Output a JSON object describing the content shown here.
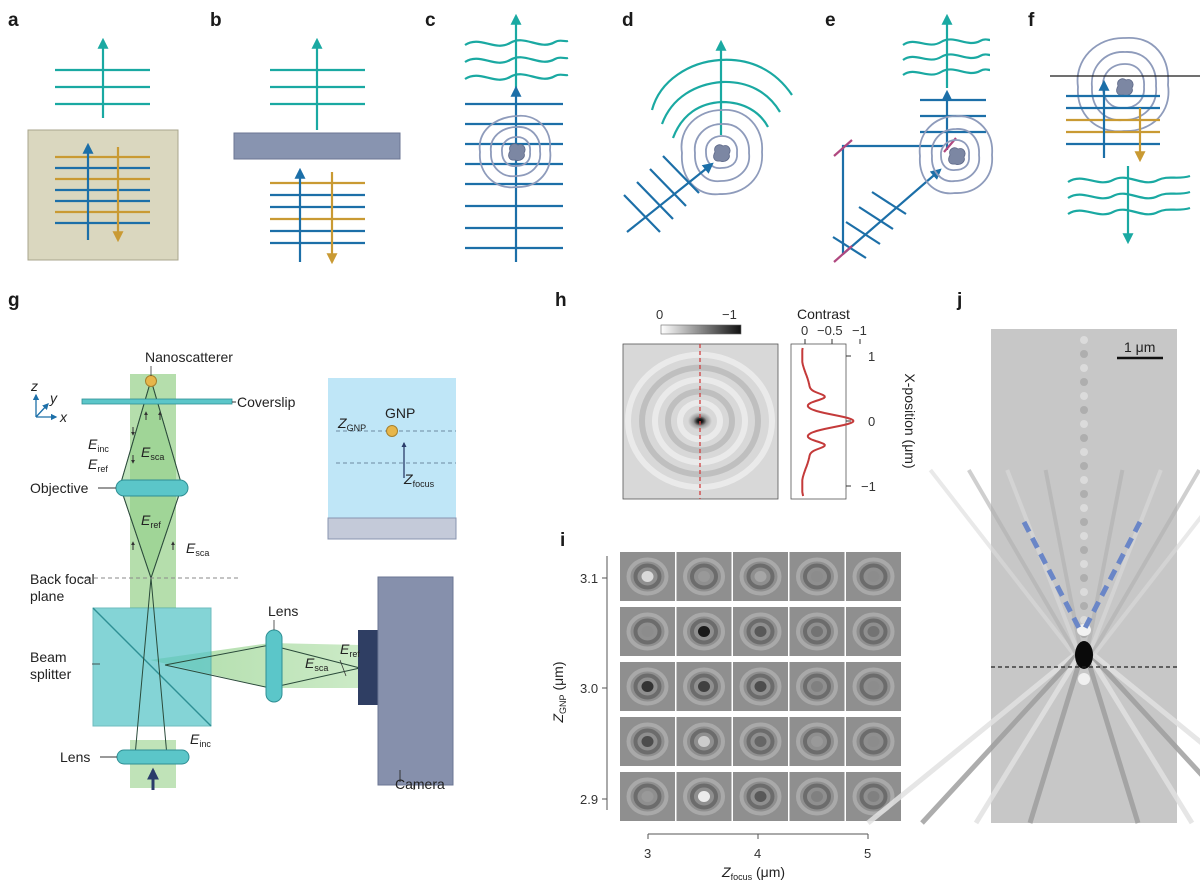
{
  "panel_labels": {
    "a": "a",
    "b": "b",
    "c": "c",
    "d": "d",
    "e": "e",
    "f": "f",
    "g": "g",
    "h": "h",
    "i": "i",
    "j": "j"
  },
  "g": {
    "nanoscatterer": "Nanoscatterer",
    "coverslip": "Coverslip",
    "objective": "Objective",
    "back_focal": "Back focal",
    "plane": "plane",
    "beam": "Beam",
    "splitter": "splitter",
    "lens_top": "Lens",
    "lens_bottom": "Lens",
    "camera": "Camera",
    "axis_z": "z",
    "axis_y": "y",
    "axis_x": "x",
    "E": "E",
    "inc": "inc",
    "ref": "ref",
    "sca": "sca",
    "gnp": "GNP",
    "Z": "Z",
    "gnp_sub": "GNP",
    "focus_sub": "focus"
  },
  "h": {
    "cbar_min": "0",
    "cbar_max": "−1",
    "contrast_title": "Contrast",
    "contrast_ticks": [
      "0",
      "−0.5",
      "−1"
    ],
    "x_ticks": [
      "1",
      "0",
      "−1"
    ],
    "y_label": "X-position (μm)"
  },
  "i": {
    "y_ticks": [
      "3.1",
      "3.0",
      "2.9"
    ],
    "x_ticks": [
      "3",
      "4",
      "5"
    ],
    "y_label_main": "Z",
    "y_label_sub": "GNP",
    "y_label_unit": " (μm)",
    "x_label_main": "Z",
    "x_label_sub": "focus",
    "x_label_unit": " (μm)",
    "grid_brightness": [
      [
        0.85,
        0.6,
        0.65,
        0.55,
        0.55
      ],
      [
        0.55,
        0.1,
        0.35,
        0.45,
        0.45
      ],
      [
        0.2,
        0.25,
        0.3,
        0.5,
        0.55
      ],
      [
        0.3,
        0.8,
        0.4,
        0.6,
        0.55
      ],
      [
        0.6,
        0.92,
        0.35,
        0.5,
        0.5
      ]
    ]
  },
  "j": {
    "scalebar": "1 μm"
  },
  "colors": {
    "teal": "#1aa9a2",
    "blue": "#1c6fa8",
    "orange": "#c99a33",
    "gray_blue": "#8894b0",
    "khaki": "#dad7bf",
    "contour": "#8e9bbb",
    "red": "#c43a3a",
    "magenta": "#b0487f",
    "light_blue": "#bfe6f7",
    "green": "#8cc989",
    "cyan_block": "#5bc6c9",
    "camera": "#8690ac"
  }
}
